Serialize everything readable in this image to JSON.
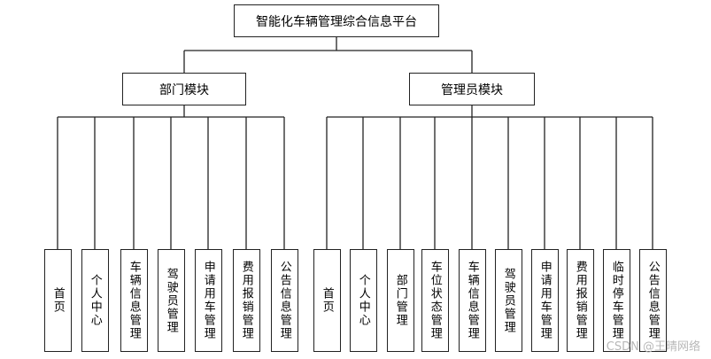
{
  "root": {
    "label": "智能化车辆管理综合信息平台"
  },
  "modules": [
    {
      "label": "部门模块",
      "children": [
        "首页",
        "个人中心",
        "车辆信息管理",
        "驾驶员管理",
        "申请用车管理",
        "费用报销管理",
        "公告信息管理"
      ]
    },
    {
      "label": "管理员模块",
      "children": [
        "首页",
        "个人中心",
        "部门管理",
        "车位状态管理",
        "车辆信息管理",
        "驾驶员管理",
        "申请用车管理",
        "费用报销管理",
        "临时停车管理",
        "公告信息管理"
      ]
    }
  ],
  "watermark": "CSDN @王晴网络"
}
